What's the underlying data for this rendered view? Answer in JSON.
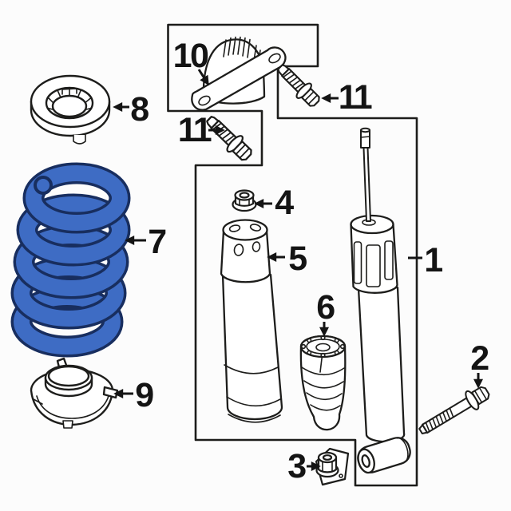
{
  "diagram": {
    "background": "#fcfcfc",
    "line_color": "#1d1d1b",
    "spring_fill": "#3e6cc4",
    "spring_outline": "#182e5f",
    "callouts": [
      {
        "label": "1"
      },
      {
        "label": "2"
      },
      {
        "label": "3"
      },
      {
        "label": "4"
      },
      {
        "label": "5"
      },
      {
        "label": "6"
      },
      {
        "label": "7"
      },
      {
        "label": "8"
      },
      {
        "label": "9"
      },
      {
        "label": "10"
      },
      {
        "label": "11"
      },
      {
        "label": "11"
      }
    ]
  }
}
